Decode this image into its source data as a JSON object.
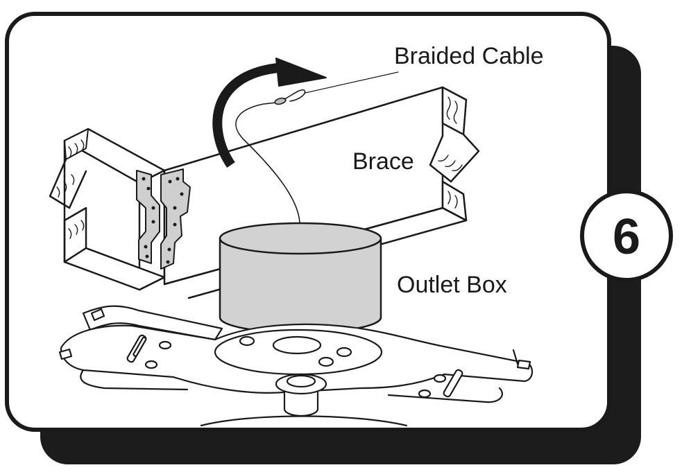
{
  "labels": {
    "braided_cable": "Braided Cable",
    "brace": "Brace",
    "outlet_box": "Outlet Box"
  },
  "step_number": "6",
  "icons": {
    "arrow": "curved-arrow-icon",
    "bracket": "metal-joist-hanger"
  },
  "colors": {
    "outline": "#1a1a1a",
    "shadow": "#1c1c1c",
    "outlet_box_fill": "#d2d2d2",
    "bracket_fill": "#cfcfcf",
    "background": "#ffffff"
  }
}
